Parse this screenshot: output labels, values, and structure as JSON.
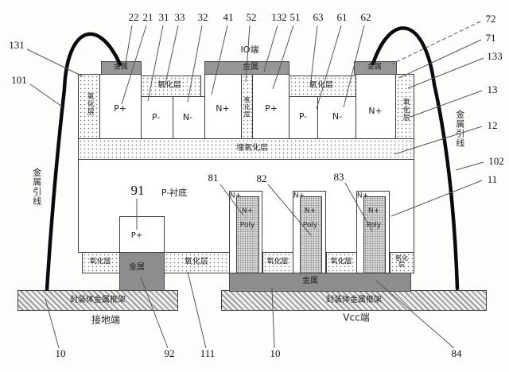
{
  "figure": {
    "kind": "semiconductor-device-cross-section"
  },
  "labels": {
    "metal": "金属",
    "oxide": "氧化层",
    "buried_oxide": "埋氧化层",
    "io_terminal": "IO端",
    "p_substrate": "P-衬底",
    "package_frame": "封装体金属框架",
    "ground_terminal": "接地端",
    "vcc_terminal": "Vcc端",
    "metal_lead": "金属引线",
    "p_plus": "P+",
    "p_minus": "P-",
    "n_minus": "N-",
    "n_plus": "N+",
    "poly": "Poly"
  },
  "callouts": {
    "n10_left": "10",
    "n10_right": "10",
    "n11": "11",
    "n12": "12",
    "n13": "13",
    "n21": "21",
    "n22": "22",
    "n31": "31",
    "n32": "32",
    "n33": "33",
    "n41": "41",
    "n51": "51",
    "n52": "52",
    "n61": "61",
    "n62": "62",
    "n63": "63",
    "n71": "71",
    "n72": "72",
    "n81": "81",
    "n82": "82",
    "n83": "83",
    "n84": "84",
    "n91": "91",
    "n92": "92",
    "n101": "101",
    "n102": "102",
    "n111": "111",
    "n131": "131",
    "n132": "132",
    "n133": "133"
  }
}
